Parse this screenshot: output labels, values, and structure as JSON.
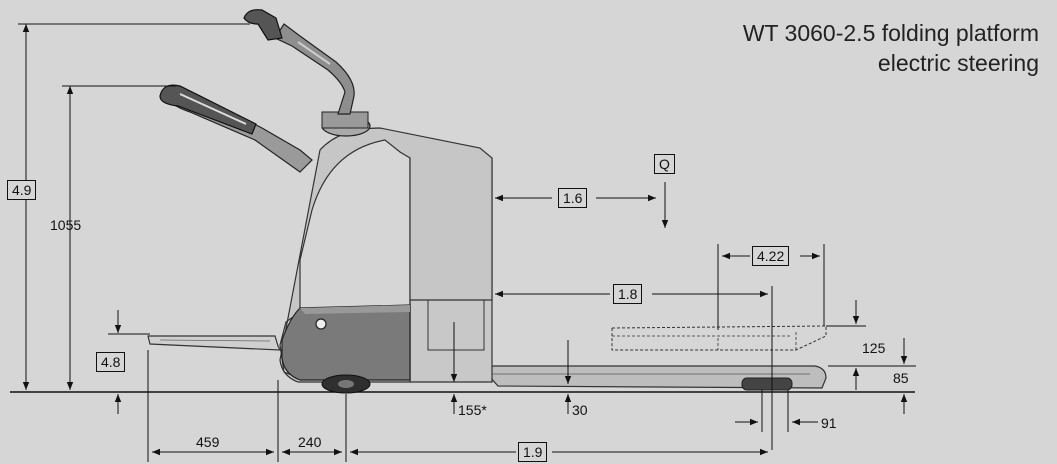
{
  "title": {
    "line1": "WT 3060-2.5 folding platform",
    "line2": "electric steering"
  },
  "dimensions": {
    "ref_4_9": "4.9",
    "height_1055": "1055",
    "ref_4_8": "4.8",
    "ref_1_6": "1.6",
    "ref_Q": "Q",
    "ref_4_22": "4.22",
    "ref_1_8": "1.8",
    "ref_1_9": "1.9",
    "len_459": "459",
    "len_240": "240",
    "clear_155": "155*",
    "clear_30": "30",
    "lift_125": "125",
    "fork_85": "85",
    "width_91": "91"
  },
  "colors": {
    "background": "#d6d6d6",
    "line": "#111111",
    "truck_body": "#c4c4c4",
    "truck_dark": "#3a3a3a"
  }
}
